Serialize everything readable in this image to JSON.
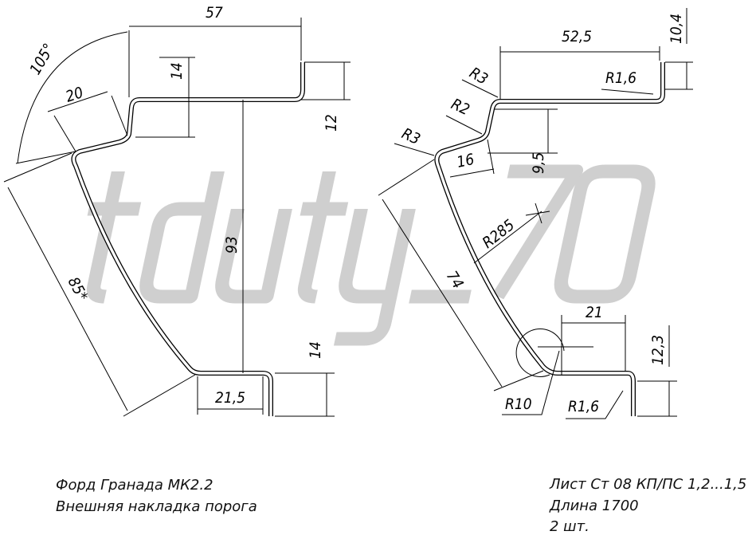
{
  "watermark": "tduty_70",
  "left_profile": {
    "dims": {
      "width_top": "57",
      "angle": "105°",
      "step_slant": "20",
      "step_height": "14",
      "flange_top": "12",
      "height": "93",
      "curve_length": "85*",
      "flange_bottom": "14",
      "bottom_width": "21,5"
    }
  },
  "right_profile": {
    "dims": {
      "width_top": "52,5",
      "flange_top": "10,4",
      "r_top1": "R3",
      "r_top2": "R1,6",
      "r_step": "R2",
      "r_corner": "R3",
      "step_len": "16",
      "step_height": "9,5",
      "r_curve": "R285",
      "curve_length": "74",
      "bottom_width": "21",
      "flange_bottom": "12,3",
      "r_bottom": "R10",
      "r_bottom2": "R1,6"
    }
  },
  "notes": {
    "title_line1": "Форд Гранада МК2.2",
    "title_line2": "Внешняя накладка порога",
    "material": "Лист Ст 08 КП/ПС 1,2...1,5",
    "length": "Длина 1700",
    "quantity": "2 шт."
  }
}
